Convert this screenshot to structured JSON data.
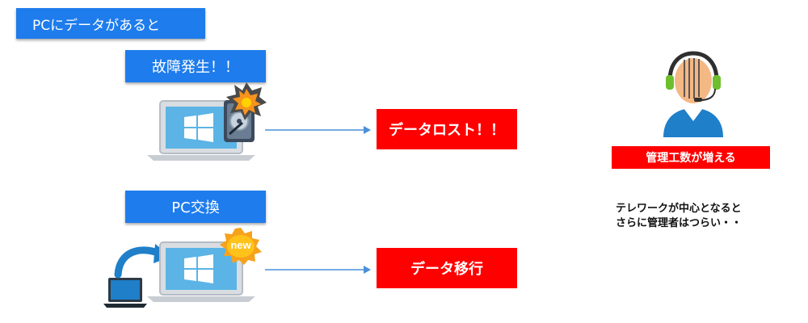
{
  "title": "PCにデータがあると",
  "scenario_failure": {
    "label": "故障発生！！",
    "result": "データロスト！！"
  },
  "scenario_replace": {
    "label": "PC交換",
    "badge": "new",
    "result": "データ移行"
  },
  "admin": {
    "label": "管理工数が増える",
    "note_line1": "テレワークが中心となると",
    "note_line2": "さらに管理者はつらい・・"
  },
  "colors": {
    "blue_box": "#1e7cec",
    "red_box": "#ff0000",
    "laptop_body": "#d9dde2",
    "screen": "#5bb4e5",
    "arrow": "#4a90d9"
  },
  "icons": [
    "laptop-icon",
    "windows-logo-icon",
    "hard-drive-icon",
    "explosion-icon",
    "new-badge-icon",
    "old-laptop-icon",
    "curved-arrow-icon",
    "support-agent-icon"
  ]
}
